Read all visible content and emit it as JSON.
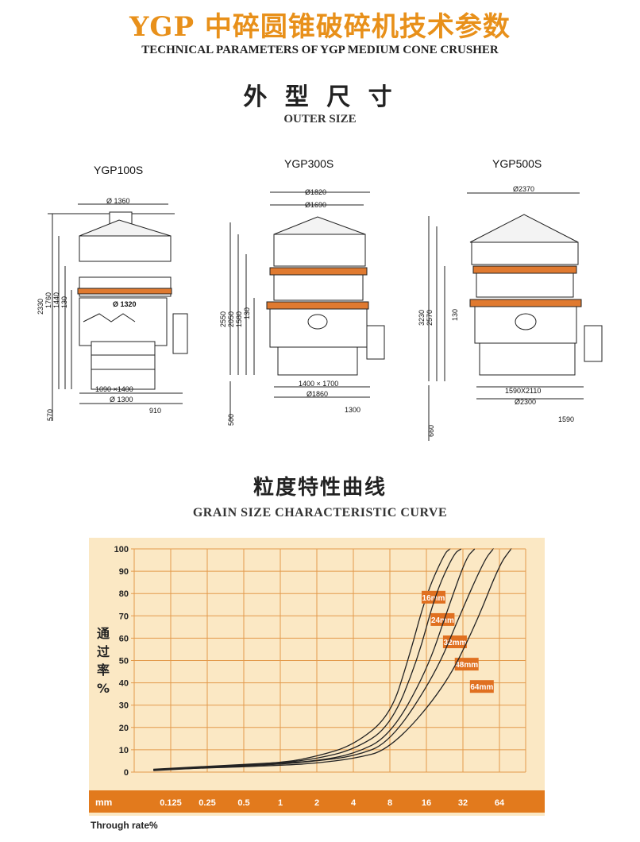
{
  "header": {
    "title_cn": "YGP 中碎圆锥破碎机技术参数",
    "title_en": "TECHNICAL PARAMETERS OF YGP MEDIUM CONE CRUSHER"
  },
  "outer_size": {
    "title_cn": "外 型 尺 寸",
    "title_en": "OUTER SIZE",
    "models": [
      {
        "name": "YGP100S",
        "top_dia": "Ø 1360",
        "mid_dia": "Ø 1320",
        "heights": [
          "2330",
          "1760",
          "1440",
          "130"
        ],
        "base": "1090 ×1400",
        "base_dia": "Ø 1300",
        "side": "910",
        "below": "570"
      },
      {
        "name": "YGP300S",
        "top_dia": "Ø1820",
        "top_dia2": "Ø1690",
        "heights": [
          "2550",
          "2050",
          "1580",
          "130"
        ],
        "base": "1400 × 1700",
        "base_dia": "Ø1860",
        "side": "1300",
        "below": "500"
      },
      {
        "name": "YGP500S",
        "top_dia": "Ø2370",
        "heights": [
          "3230",
          "2570",
          "130"
        ],
        "base": "1590X2110",
        "base_dia": "Ø2300",
        "side": "1590",
        "below": "660"
      }
    ]
  },
  "curve": {
    "title_cn": "粒度特性曲线",
    "title_en": "GRAIN SIZE CHARACTERISTIC CURVE",
    "ylabel_chars": [
      "通",
      "过",
      "率",
      "%"
    ],
    "xunit": "mm",
    "footer": "Through rate%"
  },
  "chart_data": {
    "type": "line",
    "title": "GRAIN SIZE CHARACTERISTIC CURVE",
    "xlabel": "mm",
    "ylabel": "通过率%",
    "categories": [
      "0.125",
      "0.25",
      "0.5",
      "1",
      "2",
      "4",
      "8",
      "16",
      "32",
      "64"
    ],
    "ylim": [
      0,
      100
    ],
    "yticks": [
      0,
      10,
      20,
      30,
      40,
      50,
      60,
      70,
      80,
      90,
      100
    ],
    "colors": {
      "grid": "#e39a4c",
      "background": "#fbe8c4",
      "axis_band": "#e27a1d",
      "label_box": "#e07020",
      "line": "#222222"
    },
    "series": [
      {
        "name": "16mm",
        "points": [
          [
            0.09,
            1
          ],
          [
            1,
            4
          ],
          [
            2,
            7
          ],
          [
            4,
            12
          ],
          [
            8,
            25
          ],
          [
            11.3,
            50
          ],
          [
            16,
            80
          ],
          [
            22.6,
            98
          ],
          [
            25,
            100
          ]
        ]
      },
      {
        "name": "24mm",
        "points": [
          [
            0.09,
            1
          ],
          [
            1,
            4
          ],
          [
            2,
            6
          ],
          [
            4,
            10
          ],
          [
            8,
            20
          ],
          [
            13.5,
            50
          ],
          [
            19,
            80
          ],
          [
            27,
            98
          ],
          [
            31,
            100
          ]
        ]
      },
      {
        "name": "32mm",
        "points": [
          [
            0.09,
            1
          ],
          [
            1,
            4
          ],
          [
            2,
            5
          ],
          [
            4,
            8
          ],
          [
            8,
            16
          ],
          [
            16,
            45
          ],
          [
            24,
            73
          ],
          [
            34,
            96
          ],
          [
            40,
            100
          ]
        ]
      },
      {
        "name": "48mm",
        "points": [
          [
            0.09,
            1
          ],
          [
            1,
            3.5
          ],
          [
            2,
            5
          ],
          [
            4,
            7
          ],
          [
            8,
            13
          ],
          [
            19,
            44
          ],
          [
            30,
            70
          ],
          [
            48,
            95
          ],
          [
            57,
            100
          ]
        ]
      },
      {
        "name": "64mm",
        "points": [
          [
            0.09,
            1
          ],
          [
            1,
            3
          ],
          [
            2,
            4
          ],
          [
            4,
            6
          ],
          [
            8,
            10
          ],
          [
            22,
            37
          ],
          [
            40,
            65
          ],
          [
            64,
            93
          ],
          [
            80,
            100
          ]
        ]
      }
    ]
  }
}
